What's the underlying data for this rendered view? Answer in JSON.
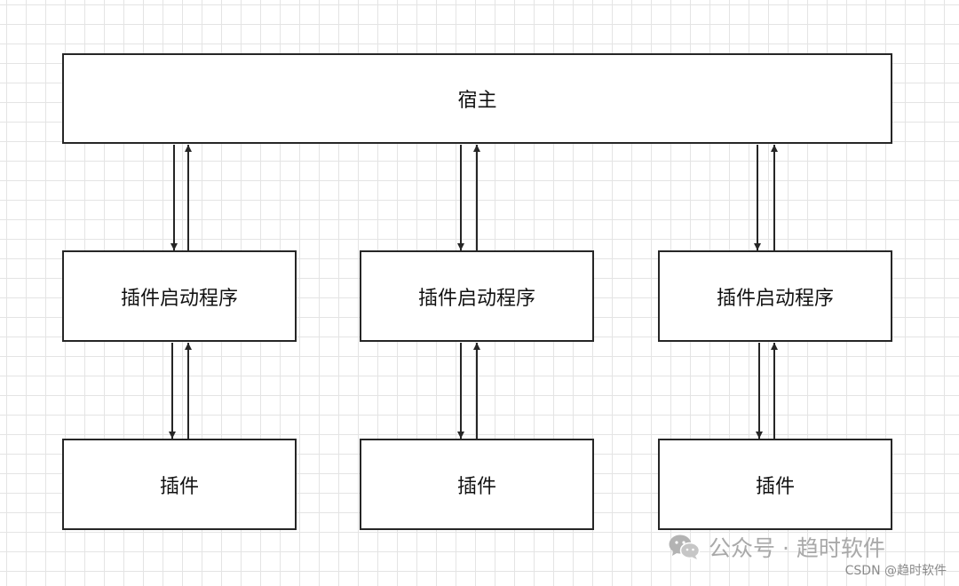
{
  "diagram": {
    "host_label": "宿主",
    "columns": [
      {
        "loader_label": "插件启动程序",
        "plugin_label": "插件"
      },
      {
        "loader_label": "插件启动程序",
        "plugin_label": "插件"
      },
      {
        "loader_label": "插件启动程序",
        "plugin_label": "插件"
      }
    ],
    "line_color": "#262626"
  },
  "watermark": {
    "account": "公众号 · 趋时软件",
    "csdn": "CSDN @趋时软件"
  }
}
